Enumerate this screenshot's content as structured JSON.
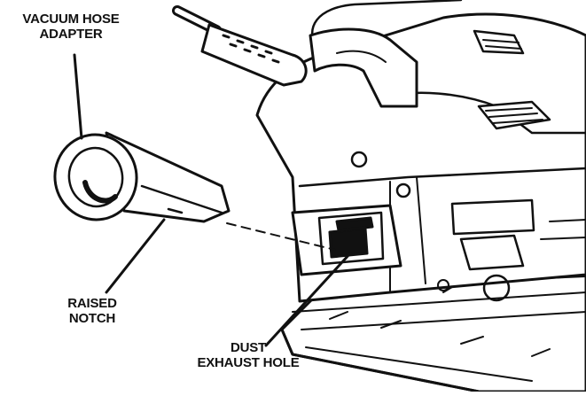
{
  "labels": {
    "vacuum_hose_adapter": {
      "line1": "VACUUM HOSE",
      "line2": "ADAPTER"
    },
    "raised_notch": {
      "line1": "RAISED",
      "line2": "NOTCH"
    },
    "dust_exhaust_hole": {
      "line1": "DUST",
      "line2": "EXHAUST HOLE"
    }
  },
  "colors": {
    "ink": "#111111",
    "background": "#ffffff"
  }
}
